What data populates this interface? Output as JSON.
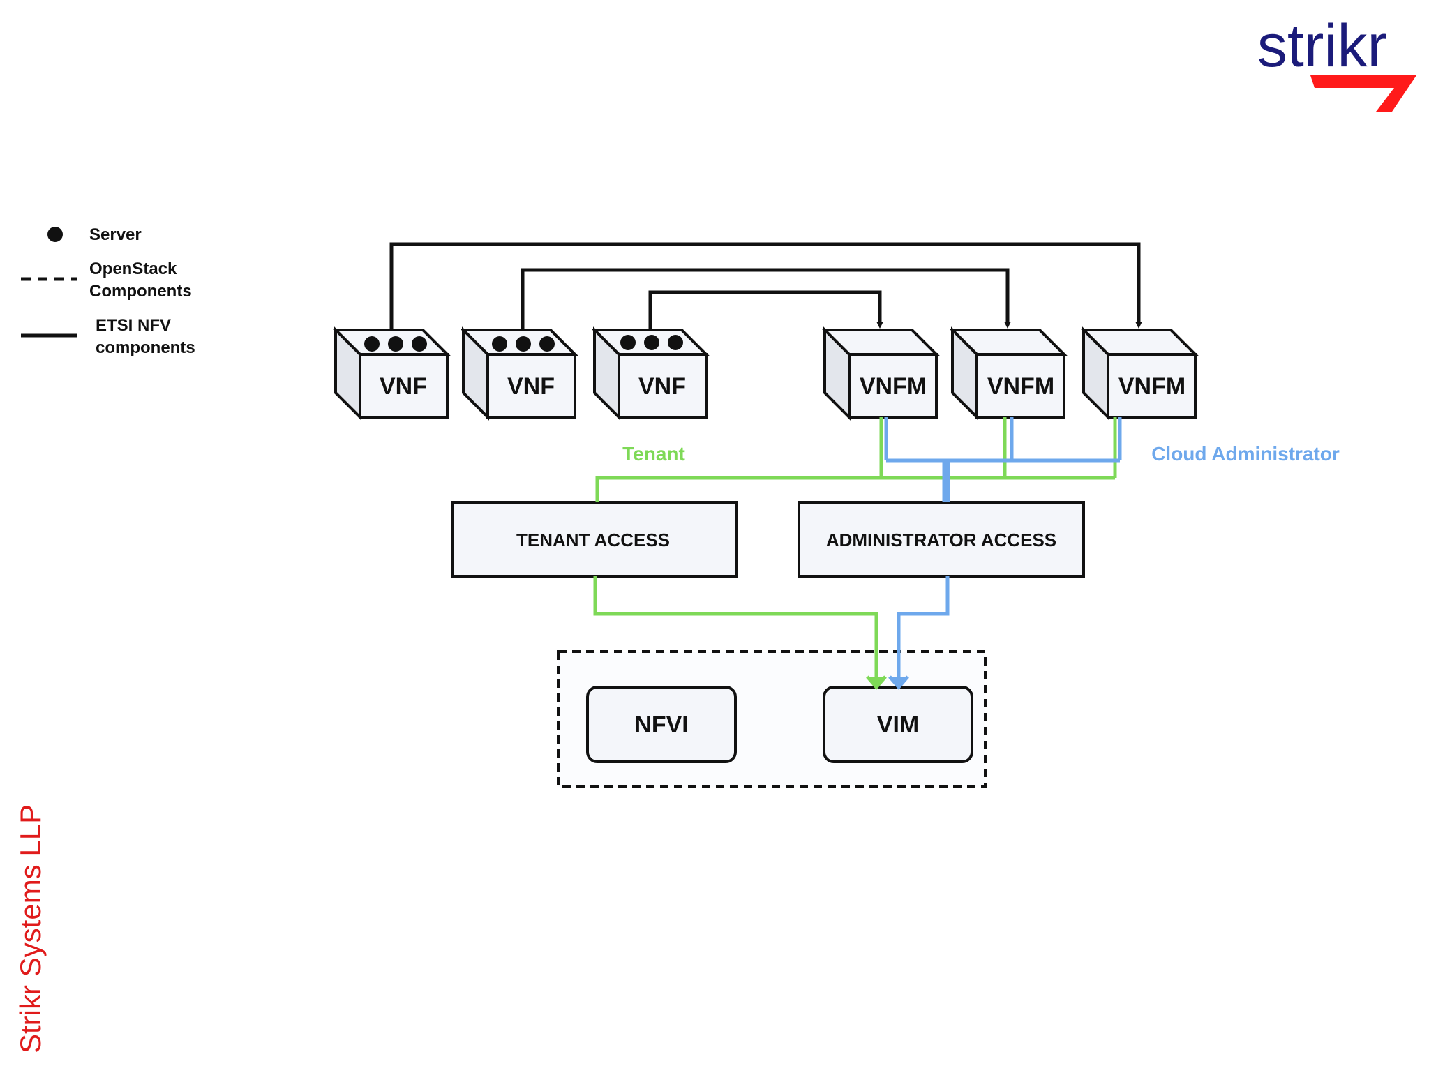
{
  "colors": {
    "black": "#111111",
    "tenant_green": "#7ed957",
    "admin_blue": "#6ea8ec",
    "brand_navy": "#1b1b7a",
    "brand_red": "#ff1a1a",
    "box_fill": "#f4f6fa",
    "panel_fill": "#fbfcfe"
  },
  "logo": {
    "wordmark": "strikr"
  },
  "footer": {
    "text": "Strikr Systems LLP"
  },
  "legend": {
    "server": "Server",
    "openstack_line1": "OpenStack",
    "openstack_line2": "Components",
    "etsi_line1": "ETSI NFV",
    "etsi_line2": "components"
  },
  "diagram": {
    "vnfs": [
      "VNF",
      "VNF",
      "VNF"
    ],
    "vnfms": [
      "VNFM",
      "VNFM",
      "VNFM"
    ],
    "tenant_label": "Tenant",
    "admin_label": "Cloud Administrator",
    "tenant_access": "TENANT ACCESS",
    "admin_access": "ADMINISTRATOR ACCESS",
    "nfvi": "NFVI",
    "vim": "VIM"
  }
}
